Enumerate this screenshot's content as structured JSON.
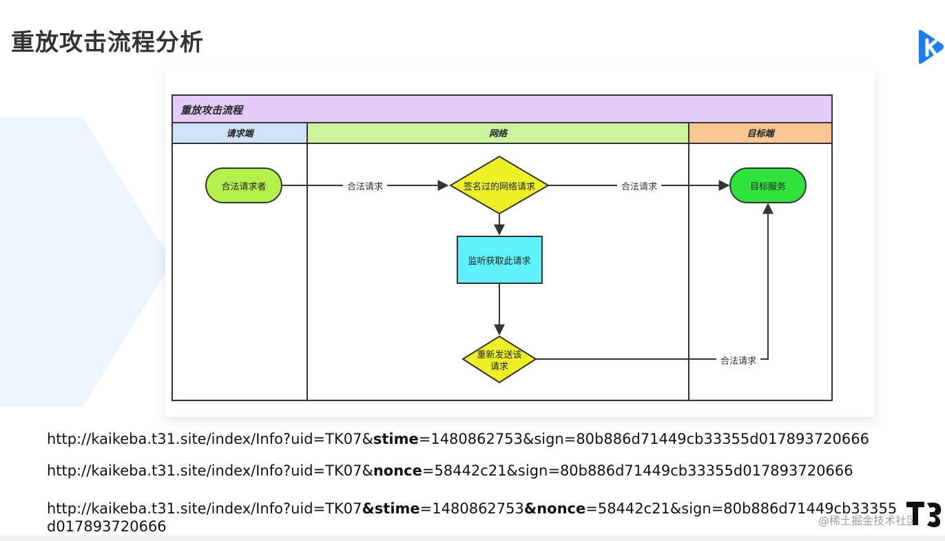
{
  "slide": {
    "title": "重放攻击流程分析"
  },
  "diagram": {
    "title": "重放攻击流程",
    "lanes": [
      {
        "label": "请求端",
        "color": "#cfe2f8"
      },
      {
        "label": "网络",
        "color": "#ccf29e"
      },
      {
        "label": "目标端",
        "color": "#f9c592"
      }
    ],
    "nodes": {
      "client": "合法请求者",
      "signed_request": "签名过的网络请求",
      "intercept": "监听获取此请求",
      "resend_line1": "重新发送该",
      "resend_line2": "请求",
      "target": "目标服务"
    },
    "edge_labels": {
      "client_to_signed": "合法请求",
      "signed_to_target": "合法请求",
      "resend_to_target": "合法请求"
    },
    "colors": {
      "title_bar": "#e3ccfb",
      "terminator_green": "#b2f04a",
      "target_green": "#2ee33c",
      "decision_yellow": "#eef026",
      "process_cyan": "#5ef2fb"
    }
  },
  "urls": {
    "line1": {
      "p1": "http://kaikeba.t31.site/index/Info?uid=TK07&",
      "b1": "stime",
      "p2": "=1480862753&sign=80b886d71449cb33355d017893720666"
    },
    "line2": {
      "p1": "http://kaikeba.t31.site/index/Info?uid=TK07&",
      "b1": "nonce",
      "p2": "=58442c21&sign=80b886d71449cb33355d017893720666"
    },
    "line3": {
      "p1": "http://kaikeba.t31.site/index/Info?uid=TK07",
      "b1": "&stime",
      "p2": "=1480862753",
      "b2": "&nonce",
      "p3": "=58442c21&sign=80b886d71449cb33355d017893720666"
    }
  },
  "footer": {
    "credit": "@稀土掘金技术社区"
  }
}
